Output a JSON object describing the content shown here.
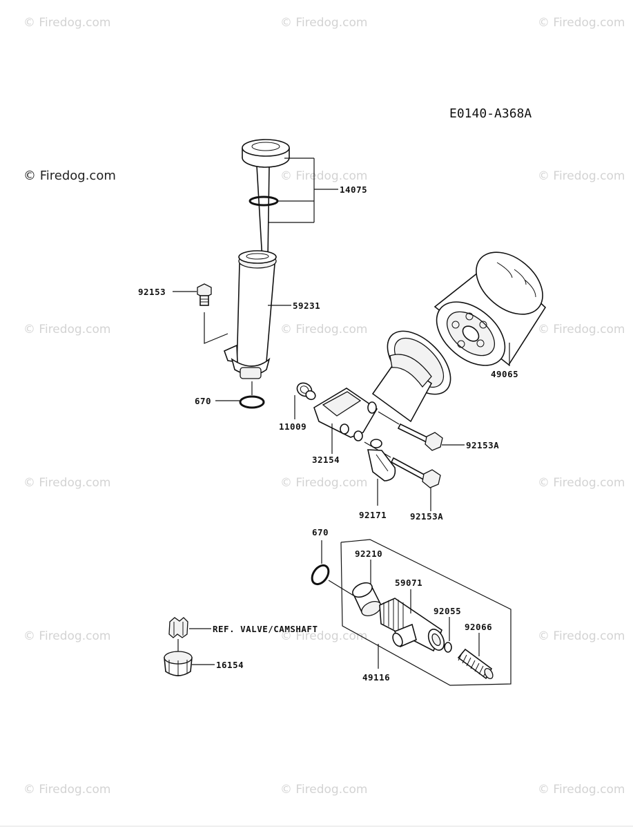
{
  "watermark_text": "© Firedog.com",
  "diagram_code": "E0140-A368A",
  "parts": {
    "p14075": "14075",
    "p92153": "92153",
    "p59231": "59231",
    "p670_top": "670",
    "p11009": "11009",
    "p32154": "32154",
    "p49065": "49065",
    "p92153A_1": "92153A",
    "p92153A_2": "92153A",
    "p92171": "92171",
    "p670_bottom": "670",
    "p92210": "92210",
    "p59071": "59071",
    "p92055": "92055",
    "p92066": "92066",
    "p49116": "49116",
    "ref_valve": "REF. VALVE/CAMSHAFT",
    "p16154": "16154"
  }
}
